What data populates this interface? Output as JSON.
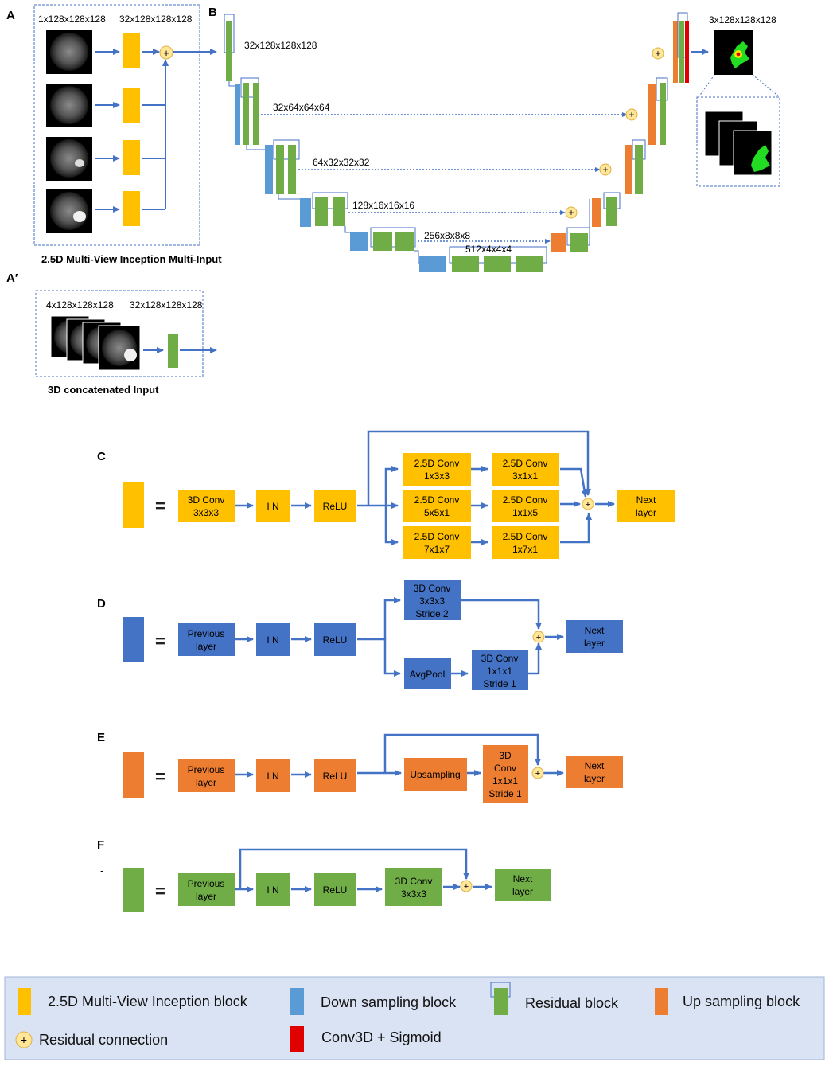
{
  "colors": {
    "inception": "#FFC000",
    "down": "#4472C4",
    "down_light": "#5B9BD5",
    "residual": "#70AD47",
    "up": "#ED7D31",
    "sigmoid": "#E00000",
    "arrow": "#4472C4",
    "legend_bg": "#DAE3F3"
  },
  "panels": {
    "a": "A",
    "a_prime": "A′",
    "b": "B",
    "c": "C",
    "d": "D",
    "e": "E",
    "f": "F",
    "f_mark": "-"
  },
  "panel_a": {
    "in_dim": "1x128x128x128",
    "out_dim": "32x128x128x128",
    "caption": "2.5D Multi-View Inception Multi-Input",
    "plus": "+"
  },
  "panel_a_prime": {
    "in_dim": "4x128x128x128",
    "out_dim": "32x128x128x128",
    "caption": "3D concatenated Input"
  },
  "panel_b": {
    "dims": [
      "32x128x128x128",
      "32x64x64x64",
      "64x32x32x32",
      "128x16x16x16",
      "256x8x8x8",
      "512x4x4x4"
    ],
    "output_dim": "3x128x128x128",
    "plus": "+"
  },
  "panel_c": {
    "eq": "=",
    "conv": [
      "3D Conv",
      "3x3x3"
    ],
    "in": "I N",
    "relu": "ReLU",
    "branch_left": [
      [
        "2.5D Conv",
        "1x3x3"
      ],
      [
        "2.5D Conv",
        "5x5x1"
      ],
      [
        "2.5D Conv",
        "7x1x7"
      ]
    ],
    "branch_right": [
      [
        "2.5D Conv",
        "3x1x1"
      ],
      [
        "2.5D Conv",
        "1x1x5"
      ],
      [
        "2.5D Conv",
        "1x7x1"
      ]
    ],
    "next": [
      "Next",
      "layer"
    ],
    "plus": "+"
  },
  "panel_d": {
    "eq": "=",
    "prev": [
      "Previous",
      "layer"
    ],
    "in": "I N",
    "relu": "ReLU",
    "conv_stride2": [
      "3D Conv",
      "3x3x3",
      "Stride 2"
    ],
    "avgpool": "AvgPool",
    "conv_stride1": [
      "3D Conv",
      "1x1x1",
      "Stride 1"
    ],
    "next": [
      "Next",
      "layer"
    ],
    "plus": "+"
  },
  "panel_e": {
    "eq": "=",
    "prev": [
      "Previous",
      "layer"
    ],
    "in": "I N",
    "relu": "ReLU",
    "upsampling": "Upsampling",
    "conv": [
      "3D",
      "Conv",
      "1x1x1",
      "Stride 1"
    ],
    "next": [
      "Next",
      "layer"
    ],
    "plus": "+"
  },
  "panel_f": {
    "eq": "=",
    "prev": [
      "Previous",
      "layer"
    ],
    "in": "I N",
    "relu": "ReLU",
    "conv": [
      "3D Conv",
      "3x3x3"
    ],
    "next": [
      "Next",
      "layer"
    ],
    "plus": "+"
  },
  "legend": {
    "inception": "2.5D Multi-View Inception block",
    "down": "Down sampling block",
    "residual": "Residual block",
    "up": "Up sampling block",
    "residual_connection": "Residual connection",
    "sigmoid": "Conv3D + Sigmoid",
    "plus": "+"
  }
}
